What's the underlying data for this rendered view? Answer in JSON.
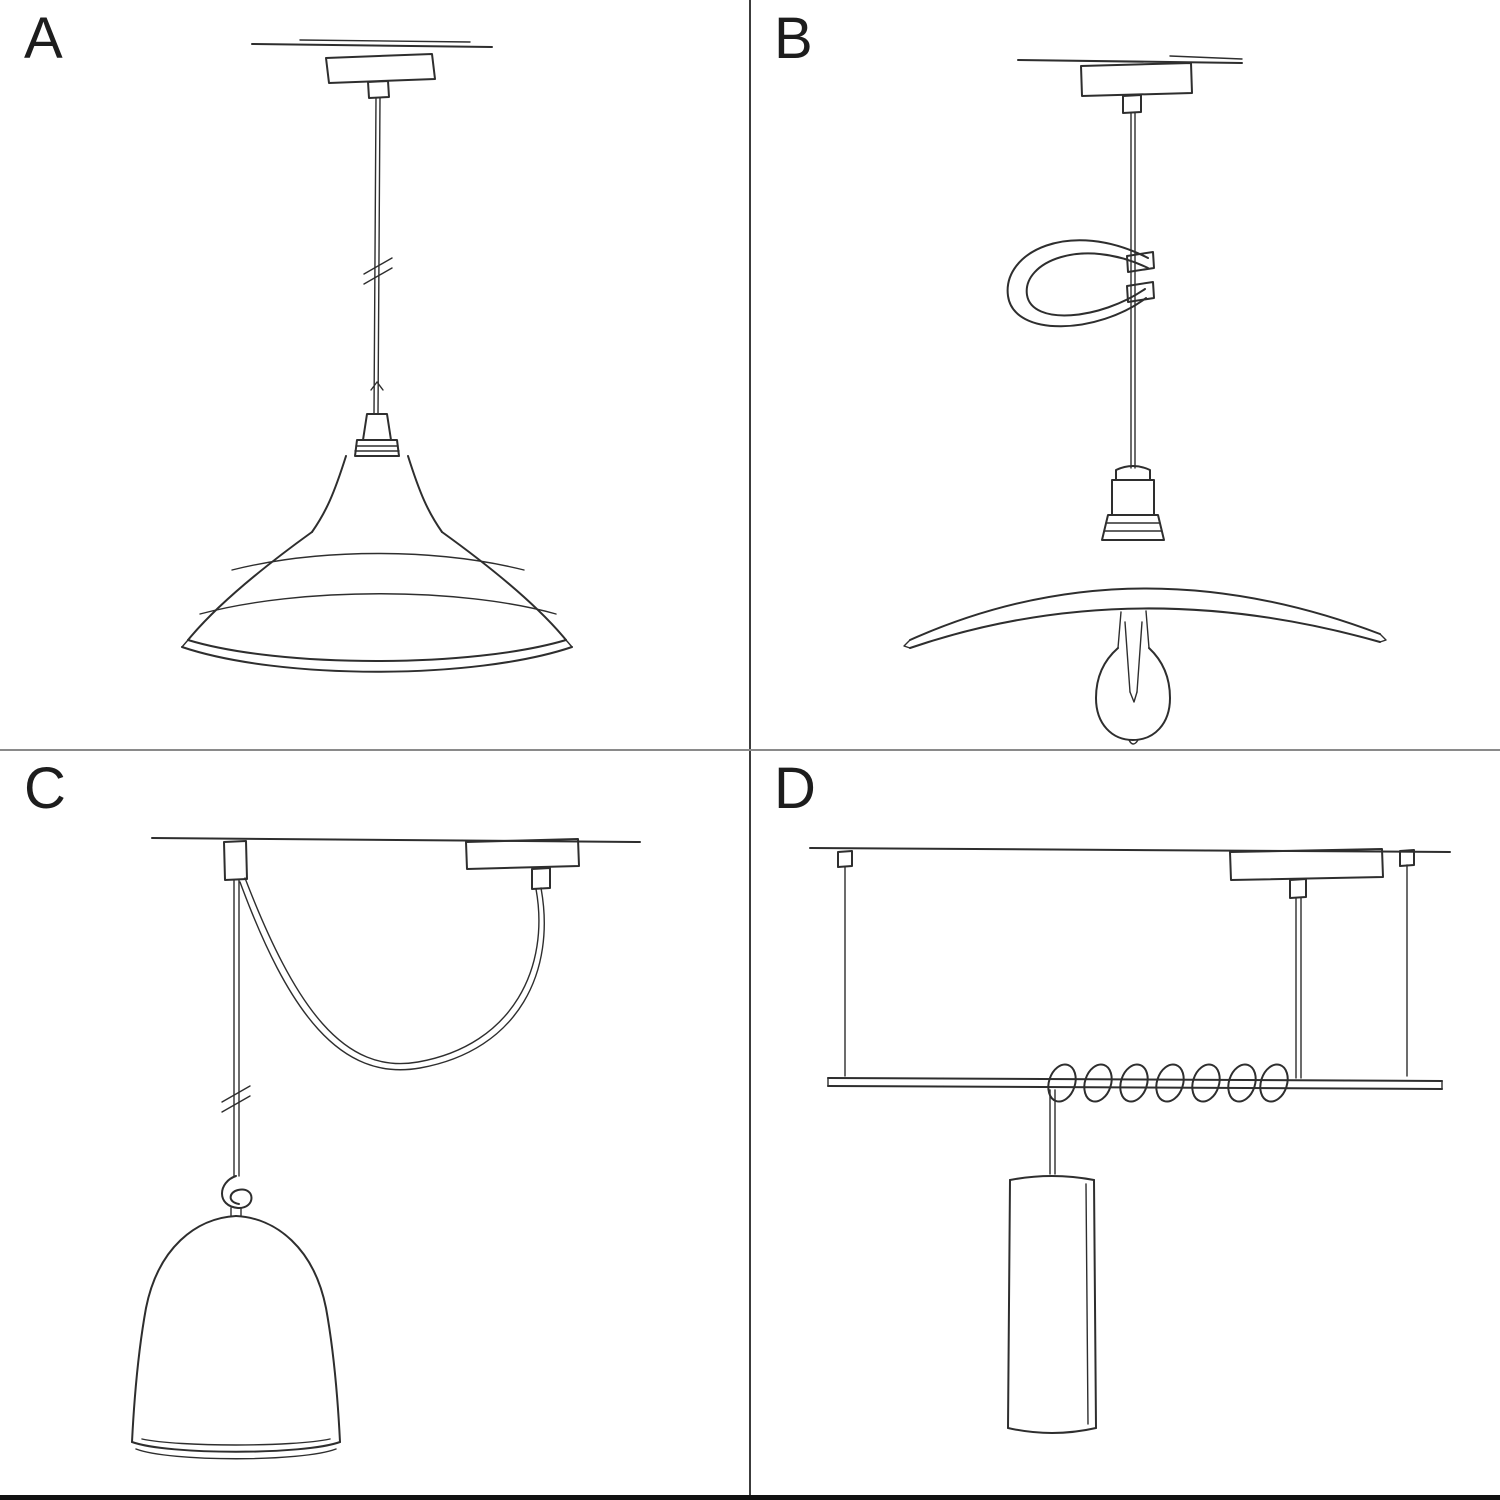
{
  "page": {
    "background_color": "#ffffff",
    "sketch_stroke_color": "#2e2e2e",
    "vertical_divider_color": "#3c3c3c",
    "horizontal_divider_color": "#8a8a8a",
    "bottom_border_color": "#111111"
  },
  "panels": [
    {
      "label": "A",
      "sketch": "pendant-straight-cable-industrial-coolie-shade-sketch"
    },
    {
      "label": "B",
      "sketch": "pendant-cable-clip-loop-flat-plate-shade-exposed-bulb-sketch"
    },
    {
      "label": "C",
      "sketch": "swag-pendant-hook-knotted-cable-bell-dome-shade-sketch"
    },
    {
      "label": "D",
      "sketch": "suspended-bar-coiled-cable-cylinder-tube-shade-sketch"
    }
  ]
}
